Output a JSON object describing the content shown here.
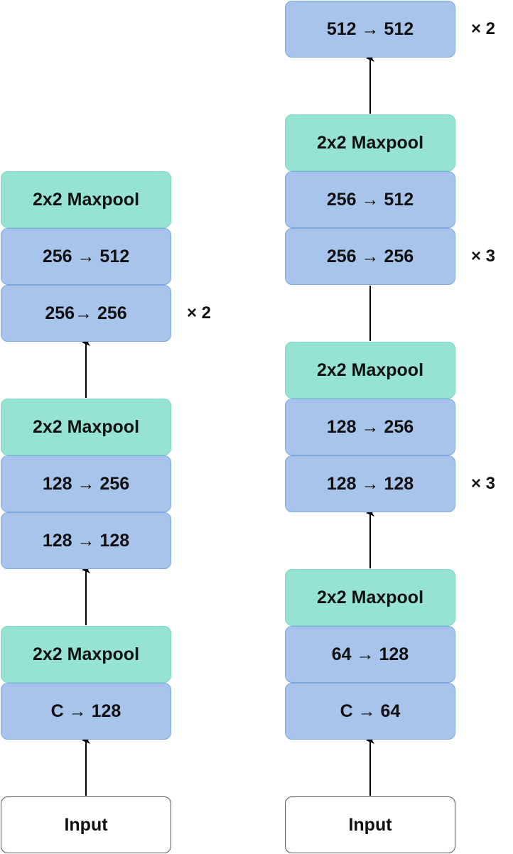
{
  "colors": {
    "conv_fill": "#a9c4eb",
    "conv_border": "#7ea6e0",
    "pool_fill": "#96e3d4",
    "pool_border": "#7fd6c2",
    "input_border": "#555555",
    "arrow": "#000000"
  },
  "left": {
    "input": "Input",
    "c_to_128": "C → 128",
    "pool1": "2x2 Maxpool",
    "conv_128_128": "128 → 128",
    "conv_128_256": "128 → 256",
    "pool2": "2x2 Maxpool",
    "conv_256_256": "256→ 256",
    "repeat_256": "× 2",
    "conv_256_512": "256 → 512",
    "pool3": "2x2 Maxpool"
  },
  "right": {
    "input": "Input",
    "c_to_64": "C → 64",
    "conv_64_128": "64 → 128",
    "pool1": "2x2 Maxpool",
    "conv_128_128": "128 → 128",
    "repeat_128": "× 3",
    "conv_128_256": "128 → 256",
    "pool2": "2x2 Maxpool",
    "conv_256_256": "256 → 256",
    "repeat_256": "× 3",
    "conv_256_512": "256 → 512",
    "pool3": "2x2 Maxpool",
    "conv_512_512": "512 → 512",
    "repeat_512": "× 2"
  }
}
